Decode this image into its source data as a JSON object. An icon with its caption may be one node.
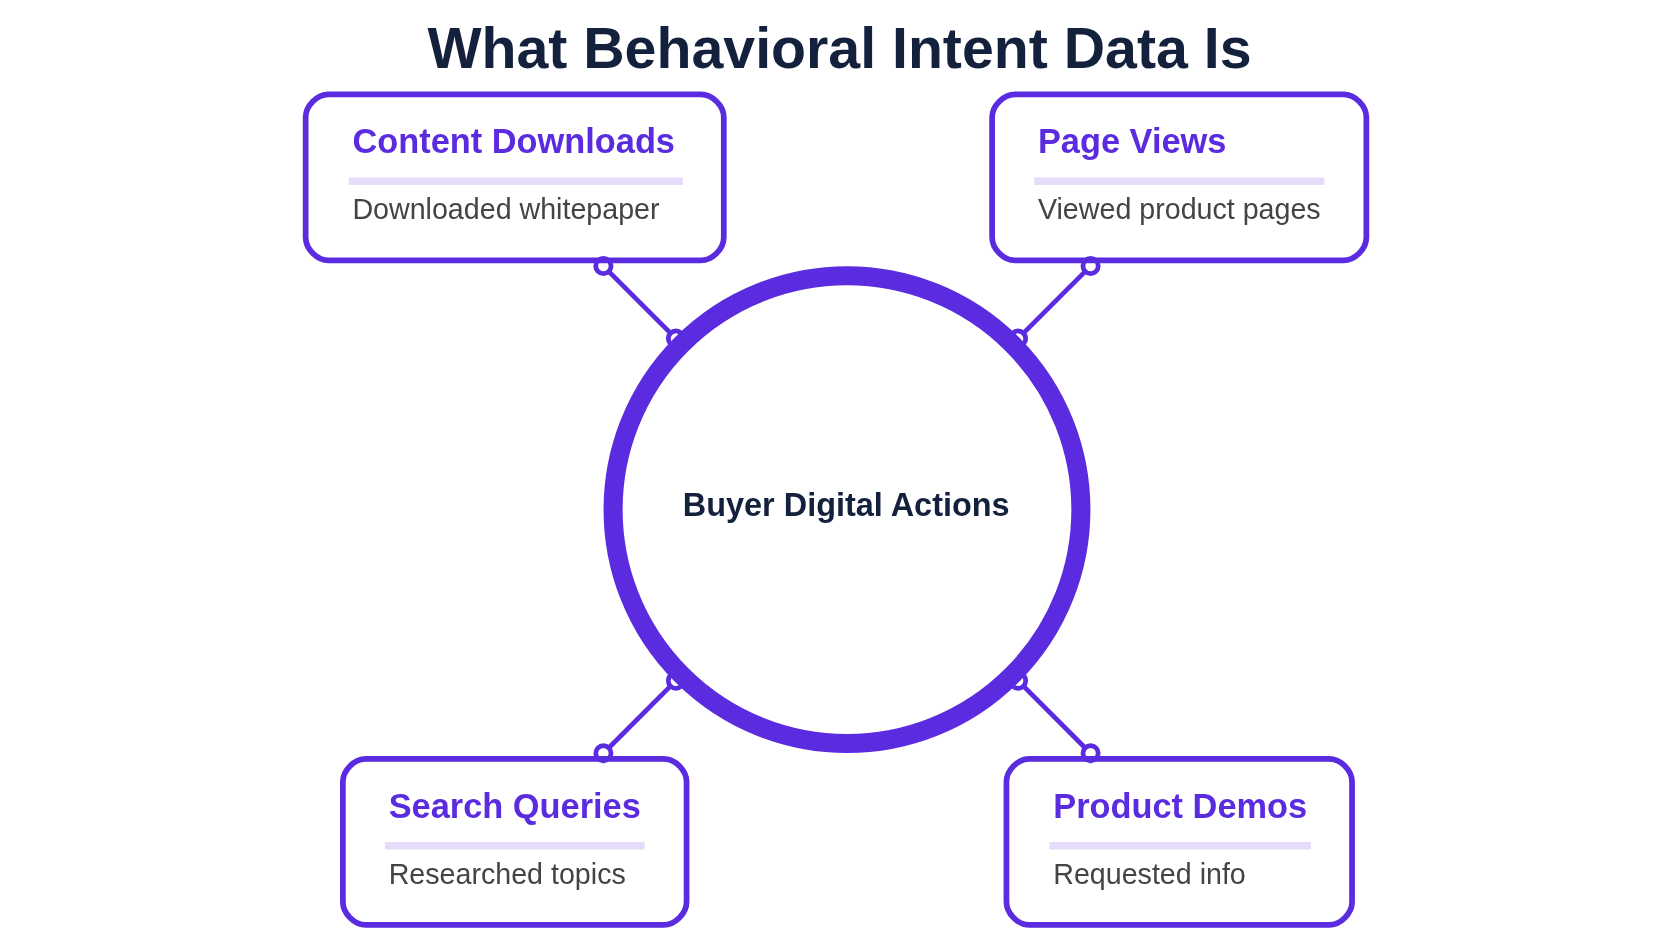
{
  "diagram": {
    "title": "What Behavioral Intent Data Is",
    "nodes": [
      {
        "text": [
          "Buyer Digital Actions"
        ]
      },
      {
        "text": [
          "Page Views",
          "Viewed product pages"
        ]
      },
      {
        "text": [
          "Content Downloads",
          "Downloaded whitepaper"
        ]
      },
      {
        "text": [
          "Search Queries",
          "Researched topics"
        ]
      },
      {
        "text": [
          "Product Demos",
          "Requested info"
        ]
      }
    ],
    "edges": [
      {
        "from": 0,
        "to": 1,
        "arrow": "other"
      },
      {
        "from": 0,
        "to": 2,
        "arrow": "other"
      },
      {
        "from": 0,
        "to": 3,
        "arrow": "other"
      },
      {
        "from": 0,
        "to": 4,
        "arrow": "other"
      }
    ]
  }
}
